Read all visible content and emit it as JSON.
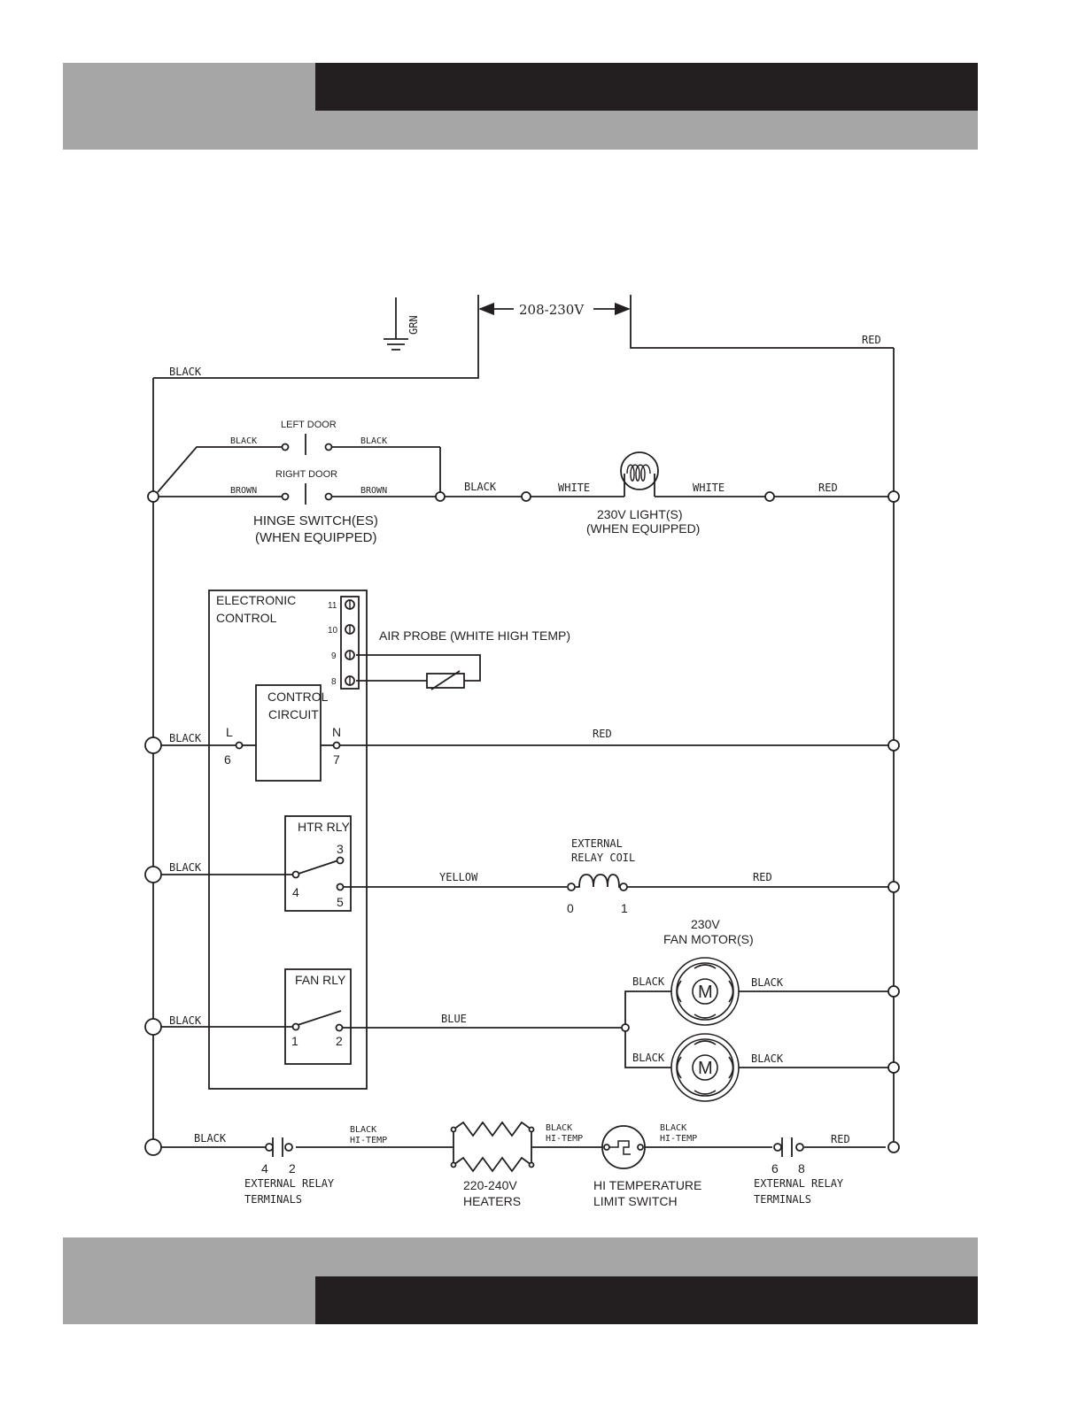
{
  "header": {
    "gray_band": "",
    "dark_band": ""
  },
  "footer": {
    "gray_band": "",
    "dark_band": ""
  },
  "colors": {
    "band_gray": "#a6a6a6",
    "band_dark": "#231f20",
    "line": "#231f20"
  },
  "supply": {
    "voltage": "208-230V",
    "ground": "GRN"
  },
  "wires": {
    "black": "BLACK",
    "red": "RED",
    "brown": "BROWN",
    "white": "WHITE",
    "yellow": "YELLOW",
    "blue": "BLUE",
    "hi_temp": "HI-TEMP"
  },
  "hinge": {
    "left_door": "LEFT DOOR",
    "right_door": "RIGHT DOOR",
    "title": "HINGE SWITCH(ES)",
    "note": "(WHEN EQUIPPED)"
  },
  "light": {
    "title": "230V  LIGHT(S)",
    "note": "(WHEN EQUIPPED)"
  },
  "control": {
    "title_line1": "ELECTRONIC",
    "title_line2": "CONTROL",
    "terminals": [
      "11",
      "10",
      "9",
      "8"
    ],
    "probe": "AIR PROBE (WHITE HIGH TEMP)",
    "circuit_line1": "CONTROL",
    "circuit_line2": "CIRCUIT",
    "l": "L",
    "l_num": "6",
    "n": "N",
    "n_num": "7"
  },
  "htr_rly": {
    "title": "HTR RLY",
    "t3": "3",
    "t4": "4",
    "t5": "5"
  },
  "fan_rly": {
    "title": "FAN RLY",
    "t1": "1",
    "t2": "2"
  },
  "coil": {
    "line1": "EXTERNAL",
    "line2": "RELAY COIL",
    "t0": "0",
    "t1": "1"
  },
  "fan": {
    "line1": "230V",
    "line2": "FAN MOTOR(S)",
    "motor": "M"
  },
  "relay_terminals": {
    "line1": "EXTERNAL  RELAY",
    "line2": "TERMINALS",
    "left_a": "4",
    "left_b": "2",
    "right_a": "6",
    "right_b": "8"
  },
  "heaters": {
    "line1": "220-240V",
    "line2": "HEATERS"
  },
  "limit": {
    "line1": "HI TEMPERATURE",
    "line2": "LIMIT SWITCH"
  }
}
